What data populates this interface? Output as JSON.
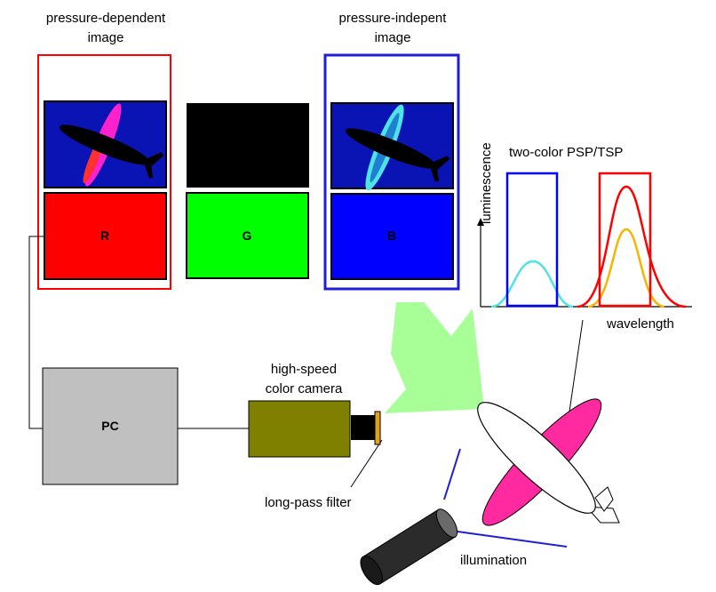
{
  "labels": {
    "pressure_dependent_line1": "pressure-dependent",
    "pressure_dependent_line2": "image",
    "pressure_independent_line1": "pressure-indepent",
    "pressure_independent_line2": "image",
    "channel_r": "R",
    "channel_g": "G",
    "channel_b": "B",
    "two_color": "two-color PSP/TSP",
    "luminescence": "luminescence",
    "wavelength": "wavelength",
    "camera_line1": "high-speed",
    "camera_line2": "color camera",
    "pc": "PC",
    "long_pass_filter": "long-pass filter",
    "illumination": "illumination"
  },
  "colors": {
    "red": "#ff0000",
    "green": "#00ff00",
    "blue": "#0000ff",
    "navy_bg": "#0a14b4",
    "magenta": "#ff2aa0",
    "cyan": "#4fe3e6",
    "orange": "#f7b500",
    "olive": "#808000",
    "pc_gray": "#c0c0c0",
    "arrow_green": "#a8ff98",
    "frame_blue": "#1f1fd6"
  },
  "icons": {
    "camera": "camera-icon",
    "lamp": "lamp-icon",
    "airplane": "airplane-icon",
    "computer": "computer-icon"
  }
}
